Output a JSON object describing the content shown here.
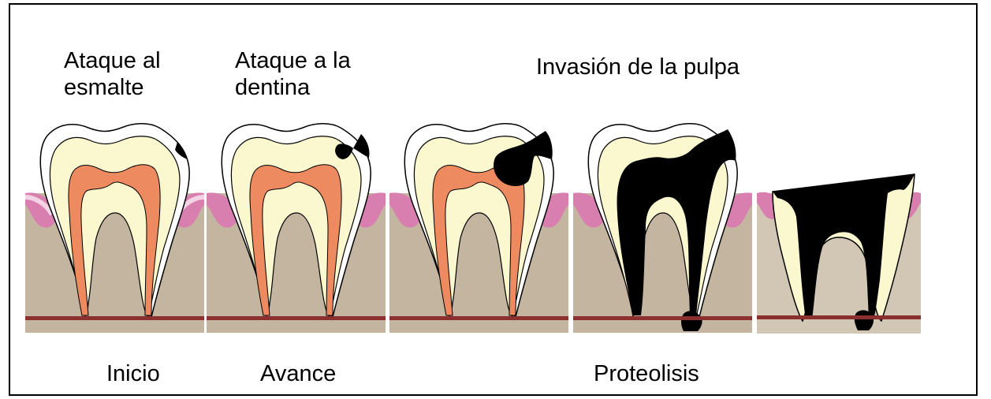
{
  "top_labels": {
    "enamel_l1": "Ataque al",
    "enamel_l2": "esmalte",
    "dentin_l1": "Ataque a la",
    "dentin_l2": "dentina",
    "pulp": "Invasión de la pulpa"
  },
  "bottom_labels": {
    "start": "Inicio",
    "advance": "Avance",
    "proteolysis": "Proteolisis"
  },
  "colors": {
    "gum": "#d87fb0",
    "gum_light": "#f3d4e6",
    "bone": "#c4b5a0",
    "dentin": "#fbf7cf",
    "pulp": "#ee8a5f",
    "enamel": "#ffffff",
    "decay": "#000000",
    "line": "#8b2f2f"
  }
}
